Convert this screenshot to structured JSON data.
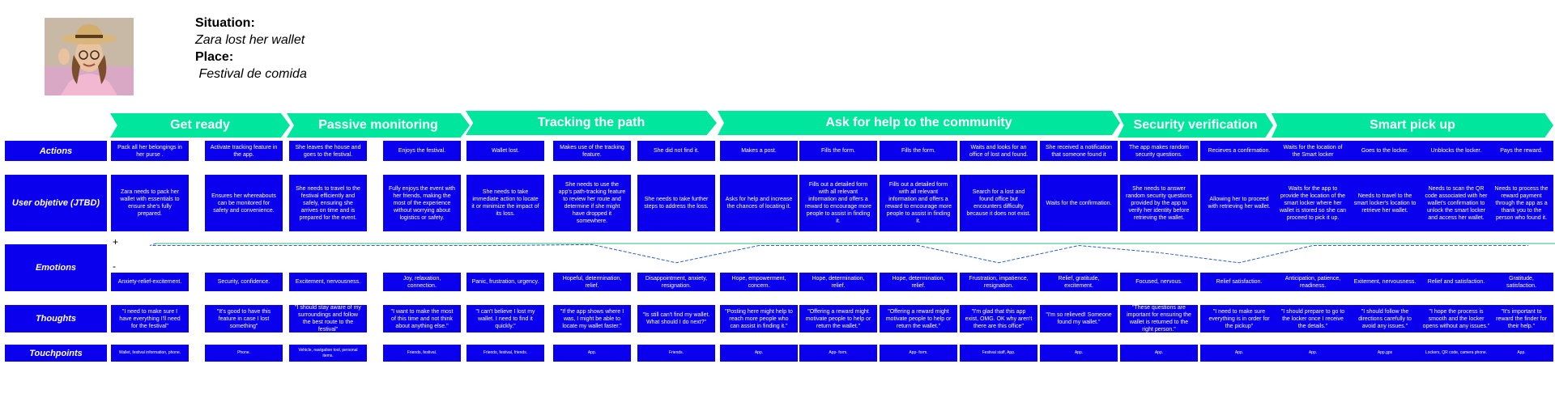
{
  "persona": {
    "icon": "persona-photo-icon"
  },
  "situation": {
    "situation_label": "Situation:",
    "situation_value": "Zara lost her wallet",
    "place_label": "Place:",
    "place_value": " Festival de comida"
  },
  "phases": [
    "Get ready",
    "Passive monitoring",
    "Tracking the path",
    "Ask for help to the community",
    "Security verification",
    "Smart pick up"
  ],
  "row_labels": {
    "actions": "Actions",
    "objective": "User objetive (JTBD)",
    "emotions": "Emotions",
    "thoughts": "Thoughts",
    "touchpoints": "Touchpoints"
  },
  "emotion_scale": {
    "plus": "+",
    "minus": "-"
  },
  "actions": [
    "Pack all her belongings in her purse .",
    "Activate tracking feature in the app.",
    "She leaves the house and goes to the festival.",
    "Enjoys the festival.",
    "Wallet lost.",
    "Makes use of the tracking feature.",
    "She did not find it.",
    "Makes a post.",
    "Fills the form.",
    "Fills the form.",
    "Waits and looks for an office of lost and found.",
    "She received a notification that someone found it",
    "The app makes random security questions.",
    "Recieves a confirmation.",
    "Waits for the location of the Smart locker",
    "Goes to the locker.",
    "Unblocks the locker.",
    "Pays the reward."
  ],
  "objectives": [
    "Zara needs to pack her wallet with essentials to ensure she's fully prepared.",
    "Ensures her whereabouts can be monitored for safety and convenience.",
    "She needs to travel to the festival efficiently and safely, ensuring she arrives on time and is prepared for the event.",
    "Fully enjoys the event with her friends, making the most of the experience without worrying about logistics or safety.",
    "She needs to take immediate action to locate it or minimize the impact of its loss.",
    "She needs to use the app's path-tracking feature to review her route and determine if she might have dropped it somewhere.",
    "She needs to take further steps to address the loss.",
    "Asks for help and increase the chances of locating it.",
    "Fills out a detailed form with all relevant information and offers a reward to encourage more people to assist in finding it.",
    "Fills out a detailed form with all relevant information and offers a reward to encourage more people to assist in finding it.",
    "Search for a lost and found office but encounters difficulty because it does not exist.",
    "Waits for the confirmation.",
    "She needs to answer random security questions provided by the app to verify her identity before retrieving the wallet.",
    "Allowing her to proceed with retrieving her wallet.",
    "Waits for the app to provide the location of the smart locker where her wallet is stored so she can proceed to pick it up.",
    "Needs to travel to the smart locker's location to retrieve her wallet.",
    "Needs to scan the QR code associated with her wallet's confirmation to unlock the smart locker and access her wallet.",
    "Needs to process the reward payment through the app as a thank you to the person who found it."
  ],
  "emotions": [
    "Anxiety-relief-excitement.",
    "Security, confidence.",
    "Excitement, nervousness.",
    "Joy, relaxation, connection.",
    "Panic, frustration, urgency.",
    "Hopeful, determination, relief.",
    "Disappointment, anxiety, resignation.",
    "Hope, empowerment, concern.",
    "Hope, determination, relief.",
    "Hope, determination, relief.",
    "Frustration, impatience, resignation.",
    "Relief, gratitude, excitement.",
    "Focused, nervous.",
    "Relief satisfaction.",
    "Anticipation, patience, readiness.",
    "Exitement, nervousness.",
    "Relief and satisfaction.",
    "Gratitude, satisfaction."
  ],
  "emotion_curve": [
    0.1,
    0.1,
    0.1,
    0.1,
    0.1,
    0.05,
    0.95,
    0.1,
    0.1,
    0.1,
    0.95,
    0.1,
    0.45,
    0.95,
    0.1,
    0.1,
    0.1,
    0.1
  ],
  "thoughts": [
    "\"I need to make sure I have everything I'll need for the festival\"",
    "\"It's good to have this feature in case I lost something\"",
    "\"I should stay aware of my surroundings and follow the best route to the festival\"",
    "\"I want to make the most of this time and not think about anything else.\"",
    "\"I can't believe I lost my wallet. I need to find it quickly.\"",
    "\"If the app shows where I was, I might be able to locate my wallet faster.\"",
    "\"Is still can't find my wallet. What should I do next?\"",
    "\"Posting here might help to reach more people who can assist in finding it.\"",
    "\"Offering a reward might motivate people to help or return the wallet.\"",
    "\"Offering a reward might motivate people to help or return the wallet.\"",
    "\"I'm glad that this app exist, OMG. OK why aren't there are this office\"",
    "\"I'm so relieved! Someone found my wallet.\"",
    "\"These questions are important for ensuring the wallet is returned to the right person.\"",
    "\"I need to make sure everything is in order for the pickup\"",
    "\"I should prepare to go to the locker once I receive the details.\"",
    "\"I should follow the directions carefully to avoid any issues.\"",
    "\"I hope the process is smooth and the locker opens without any issues.\"",
    "\"It's important to reward the finder for their help.\""
  ],
  "touchpoints": [
    "Wallet, festival information, phone.",
    "Phone.",
    "Vehicle, navigation tool, personal items.",
    "Friends, festival.",
    "Friends, festival, friends.",
    "App.",
    "Friends.",
    "App.",
    "App- form.",
    "App- form.",
    "Festival staff, App.",
    "App.",
    "App.",
    "App.",
    "App.",
    "App.gps",
    "Lockers, QR code, camera phone.",
    "App."
  ],
  "colors": {
    "cell": "#0b00ee",
    "phase": "#00e69c",
    "curve": "#2b5fc4",
    "line": "#2bbf7a"
  }
}
